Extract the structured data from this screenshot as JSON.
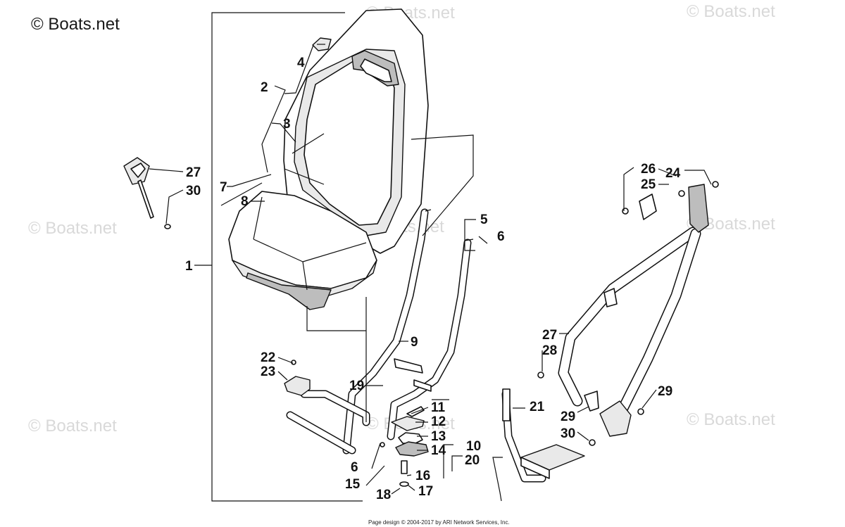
{
  "watermarks": {
    "primary": "© Boats.net",
    "faint": "© Boats.net"
  },
  "callouts": [
    {
      "id": "c1",
      "text": "1"
    },
    {
      "id": "c2",
      "text": "2"
    },
    {
      "id": "c3",
      "text": "3"
    },
    {
      "id": "c4",
      "text": "4"
    },
    {
      "id": "c5",
      "text": "5"
    },
    {
      "id": "c6a",
      "text": "6"
    },
    {
      "id": "c6b",
      "text": "6"
    },
    {
      "id": "c7",
      "text": "7"
    },
    {
      "id": "c8",
      "text": "8"
    },
    {
      "id": "c9",
      "text": "9"
    },
    {
      "id": "c10",
      "text": "10"
    },
    {
      "id": "c11",
      "text": "11"
    },
    {
      "id": "c12",
      "text": "12"
    },
    {
      "id": "c13",
      "text": "13"
    },
    {
      "id": "c14",
      "text": "14"
    },
    {
      "id": "c15",
      "text": "15"
    },
    {
      "id": "c16",
      "text": "16"
    },
    {
      "id": "c17",
      "text": "17"
    },
    {
      "id": "c18",
      "text": "18"
    },
    {
      "id": "c19",
      "text": "19"
    },
    {
      "id": "c20",
      "text": "20"
    },
    {
      "id": "c21",
      "text": "21"
    },
    {
      "id": "c22",
      "text": "22"
    },
    {
      "id": "c23",
      "text": "23"
    },
    {
      "id": "c24",
      "text": "24"
    },
    {
      "id": "c25",
      "text": "25"
    },
    {
      "id": "c26",
      "text": "26"
    },
    {
      "id": "c27a",
      "text": "27"
    },
    {
      "id": "c27b",
      "text": "27"
    },
    {
      "id": "c28",
      "text": "28"
    },
    {
      "id": "c29a",
      "text": "29"
    },
    {
      "id": "c29b",
      "text": "29"
    },
    {
      "id": "c30a",
      "text": "30"
    },
    {
      "id": "c30b",
      "text": "30"
    }
  ],
  "footer": "Page design © 2004-2017 by ARI Network Services, Inc."
}
